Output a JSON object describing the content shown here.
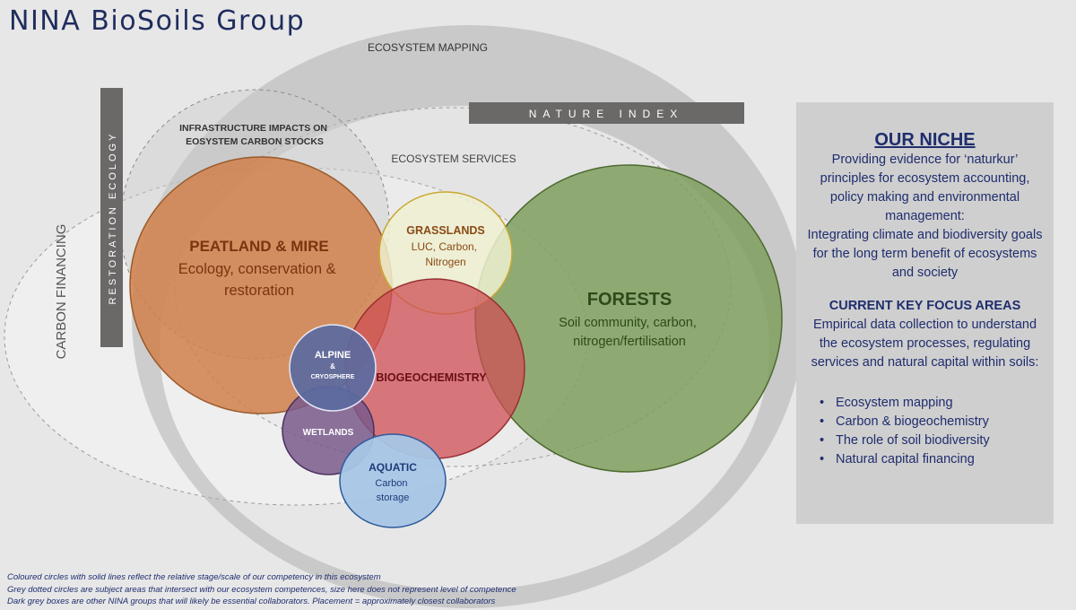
{
  "title": "NINA BioSoils Group",
  "labels": {
    "ecosystem_mapping": "ECOSYSTEM MAPPING",
    "nature_index": "NATURE INDEX",
    "restoration_ecology": "RESTORATION ECOLOGY",
    "carbon_financing": "CARBON FINANCING",
    "infrastructure_line1": "INFRASTRUCTURE IMPACTS ON",
    "infrastructure_line2": "EOSYSTEM CARBON STOCKS",
    "ecosystem_services": "ECOSYSTEM SERVICES",
    "peatland_title": "PEATLAND & MIRE",
    "peatland_line1": "Ecology, conservation &",
    "peatland_line2": "restoration",
    "grasslands_title": "GRASSLANDS",
    "grasslands_line1": "LUC, Carbon,",
    "grasslands_line2": "Nitrogen",
    "forests_title": "FORESTS",
    "forests_line1": "Soil community, carbon,",
    "forests_line2": "nitrogen/fertilisation",
    "biogeochemistry": "BIOGEOCHEMISTRY",
    "alpine_title": "ALPINE",
    "alpine_amp": "&",
    "alpine_sub": "CRYOSPHERE",
    "wetlands": "WETLANDS",
    "aquatic_title": "AQUATIC",
    "aquatic_line1": "Carbon",
    "aquatic_line2": "storage"
  },
  "colors": {
    "peatland": "#d0804a",
    "grasslands": "#eef0d0",
    "forests": "#7fa05e",
    "biogeochemistry": "#cf4f55",
    "alpine": "#5b6aa0",
    "wetlands": "#7a5a8c",
    "aquatic": "#a7c6e6"
  },
  "niche": {
    "heading": "OUR NICHE",
    "paragraph1": "Providing evidence for ‘naturkur’ principles for ecosystem accounting, policy making and environmental management:",
    "paragraph2": "Integrating climate and biodiversity goals for the long term benefit of ecosystems and society",
    "focus_heading": "CURRENT KEY FOCUS AREAS",
    "focus_text": "Empirical data collection to understand the ecosystem processes, regulating services and natural capital within soils:",
    "focus_items": [
      "Ecosystem mapping",
      "Carbon & biogeochemistry",
      "The role of soil biodiversity",
      "Natural capital financing"
    ]
  },
  "footnotes": [
    "Coloured circles with solid lines reflect the relative stage/scale of our competency in this ecosystem",
    "Grey dotted circles are subject areas that intersect with our ecosystem competences, size here does not represent level of competence",
    "Dark grey boxes are other NINA groups that will likely be essential collaborators. Placement = approximately closest collaborators"
  ]
}
